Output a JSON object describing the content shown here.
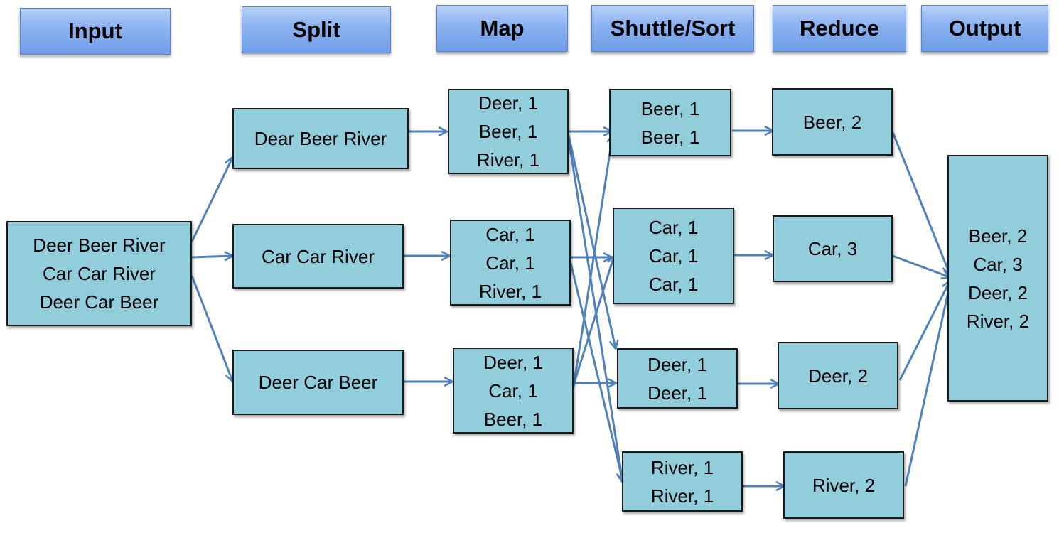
{
  "headers": {
    "input": "Input",
    "split": "Split",
    "map": "Map",
    "shuffle": "Shuttle/Sort",
    "reduce": "Reduce",
    "output": "Output"
  },
  "input": {
    "lines": [
      "Deer Beer River",
      "Car Car River",
      "Deer Car Beer"
    ]
  },
  "split": {
    "s1": "Dear Beer River",
    "s2": "Car Car River",
    "s3": "Deer Car Beer"
  },
  "map": {
    "m1": [
      "Deer, 1",
      "Beer, 1",
      "River, 1"
    ],
    "m2": [
      "Car, 1",
      "Car, 1",
      "River, 1"
    ],
    "m3": [
      "Deer, 1",
      "Car, 1",
      "Beer, 1"
    ]
  },
  "shuffle": {
    "beer": [
      "Beer, 1",
      "Beer, 1"
    ],
    "car": [
      "Car, 1",
      "Car, 1",
      "Car, 1"
    ],
    "deer": [
      "Deer, 1",
      "Deer, 1"
    ],
    "river": [
      "River, 1",
      "River, 1"
    ]
  },
  "reduce": {
    "beer": "Beer, 2",
    "car": "Car, 3",
    "deer": "Deer, 2",
    "river": "River, 2"
  },
  "output": {
    "lines": [
      "Beer, 2",
      "Car, 3",
      "Deer, 2",
      "River, 2"
    ]
  },
  "colors": {
    "node_fill": "#92cddc",
    "arrow": "#4f81bd",
    "header_fill": "#8db3f0"
  }
}
